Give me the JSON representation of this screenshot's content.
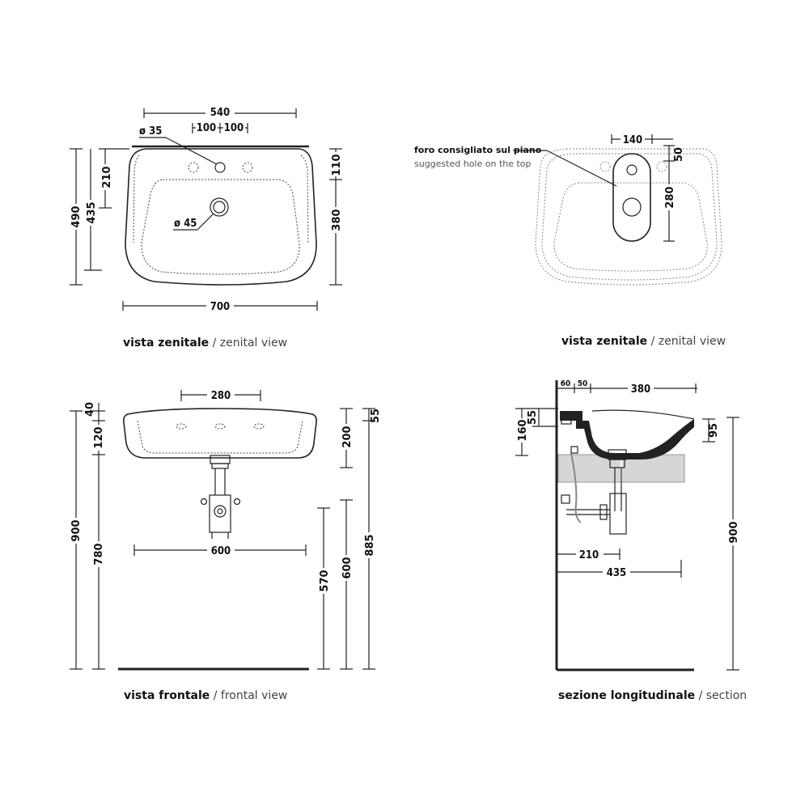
{
  "views": {
    "top_left": {
      "caption_bold": "vista zenitale",
      "caption_light": " / zenital view",
      "dims": {
        "width_top": "540",
        "spacing_a": "100",
        "spacing_b": "100",
        "hole_tap": "ø 35",
        "hole_drain": "ø 45",
        "width_bottom": "700",
        "height_total": "490",
        "height_inner": "435",
        "depth_hole": "210",
        "right_top": "110",
        "right_bottom": "380"
      }
    },
    "top_right": {
      "caption_bold": "vista zenitale",
      "caption_light": " / zenital view",
      "note_bold": "foro consigliato sul piano",
      "note_light": "suggested hole on the top",
      "dims": {
        "hole_width": "140",
        "offset": "50",
        "hole_length": "280"
      }
    },
    "bottom_left": {
      "caption_bold": "vista frontale",
      "caption_light": " / frontal view",
      "dims": {
        "top_spacing": "280",
        "rim": "40",
        "bowl": "120",
        "height_900": "900",
        "height_780": "780",
        "width_600": "600",
        "right_55": "55",
        "right_200": "200",
        "right_885": "885",
        "right_600": "600",
        "right_570": "570"
      }
    },
    "bottom_right": {
      "caption_bold": "sezione longitudinale",
      "caption_light": " / section",
      "dims": {
        "top_60": "60",
        "top_50": "50",
        "top_380": "380",
        "left_160": "160",
        "left_55": "55",
        "right_95": "95",
        "right_900": "900",
        "bottom_210": "210",
        "bottom_435": "435"
      }
    }
  }
}
